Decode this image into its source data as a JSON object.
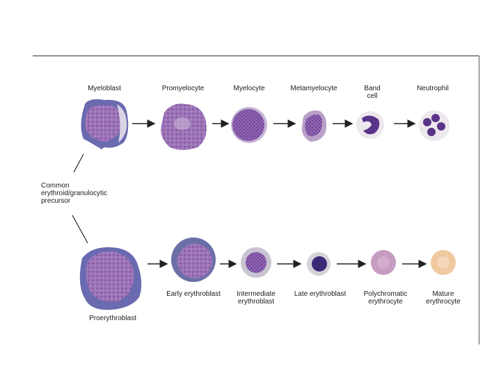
{
  "precursor": {
    "label": "Common\nerythroid/granulocytic\nprecursor"
  },
  "granulocytic": {
    "stages": [
      {
        "label": "Myeloblast"
      },
      {
        "label": "Promyelocyte"
      },
      {
        "label": "Myelocyte"
      },
      {
        "label": "Metamyelocyte"
      },
      {
        "label": "Band\ncell"
      },
      {
        "label": "Neutrophil"
      }
    ]
  },
  "erythroid": {
    "stages": [
      {
        "label": "Proerythroblast"
      },
      {
        "label": "Early erythroblast"
      },
      {
        "label": "Intermediate\nerythroblast"
      },
      {
        "label": "Late erythroblast"
      },
      {
        "label": "Polychromatic\nerythrocyte"
      },
      {
        "label": "Mature\nerythrocyte"
      }
    ]
  },
  "colors": {
    "cytoplasm_blue": "#6a6ab0",
    "nucleus_purple": "#8a5aa6",
    "nucleus_dark": "#4a2a7e",
    "halo_gray": "#d9d6dc",
    "mature_rbc": "#f0c9a0",
    "polychromatic_rbc": "#c79cc2",
    "arrow": "#222222"
  }
}
